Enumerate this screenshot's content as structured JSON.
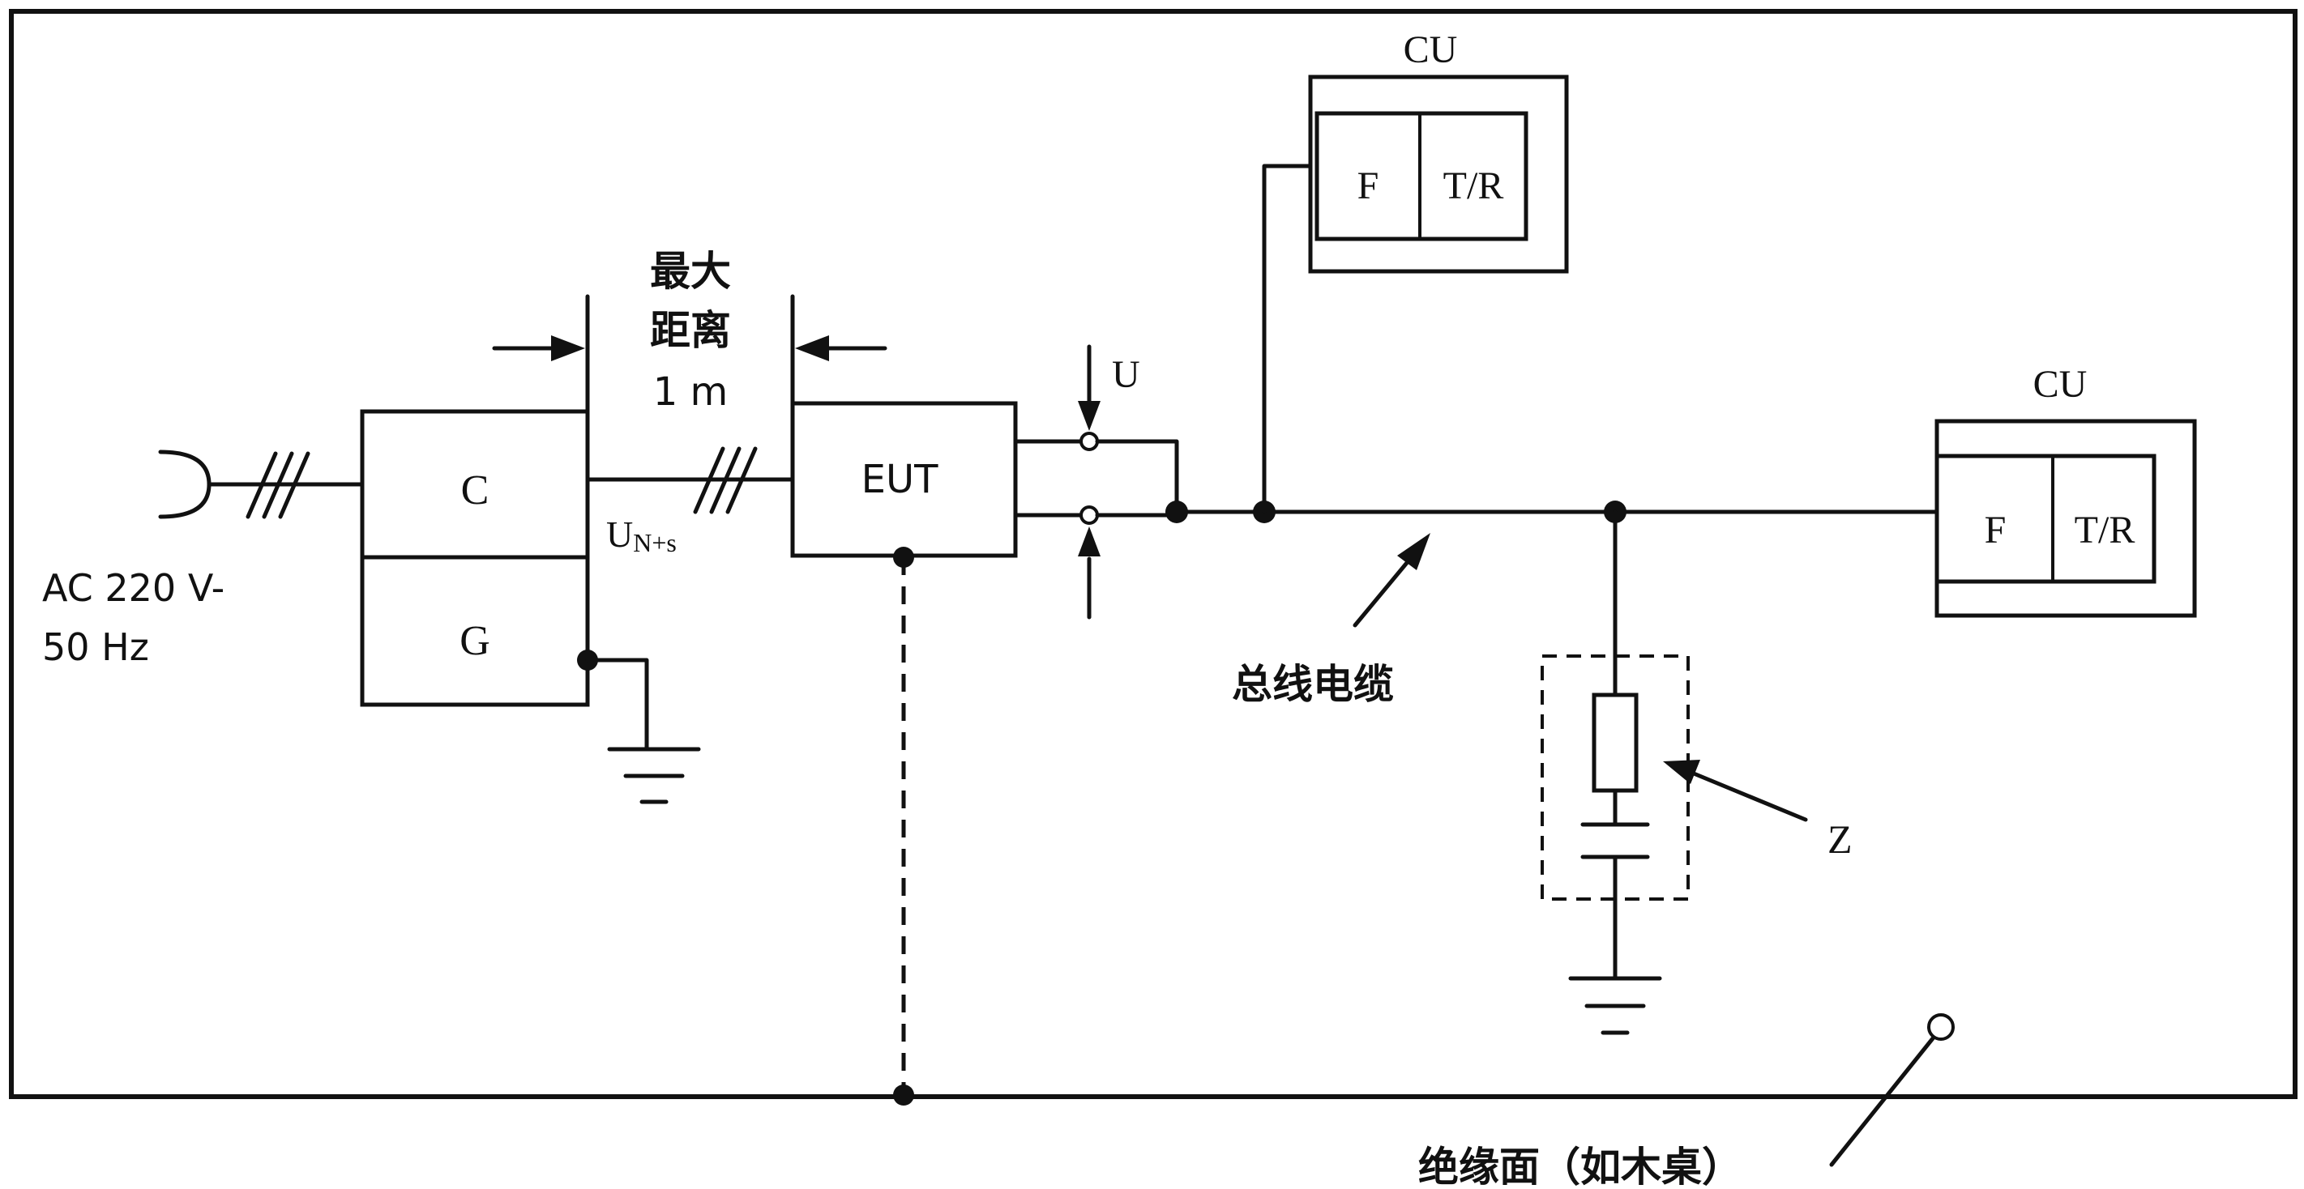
{
  "labels": {
    "cu_top": "CU",
    "cu_right": "CU",
    "f_top": "F",
    "tr_top": "T/R",
    "f_right": "F",
    "tr_right": "T/R",
    "c_block": "C",
    "g_block": "G",
    "eut": "EUT",
    "u_probe": "U",
    "un_main": "U",
    "un_sub": "N+s",
    "ac_line1": "AC 220 V-",
    "ac_line2": "50 Hz",
    "distance_line1": "最大",
    "distance_line2": "距离",
    "distance_line3": "1 m",
    "bus_cable": "总线电缆",
    "z": "Z",
    "surface": "绝缘面（如木桌）"
  }
}
